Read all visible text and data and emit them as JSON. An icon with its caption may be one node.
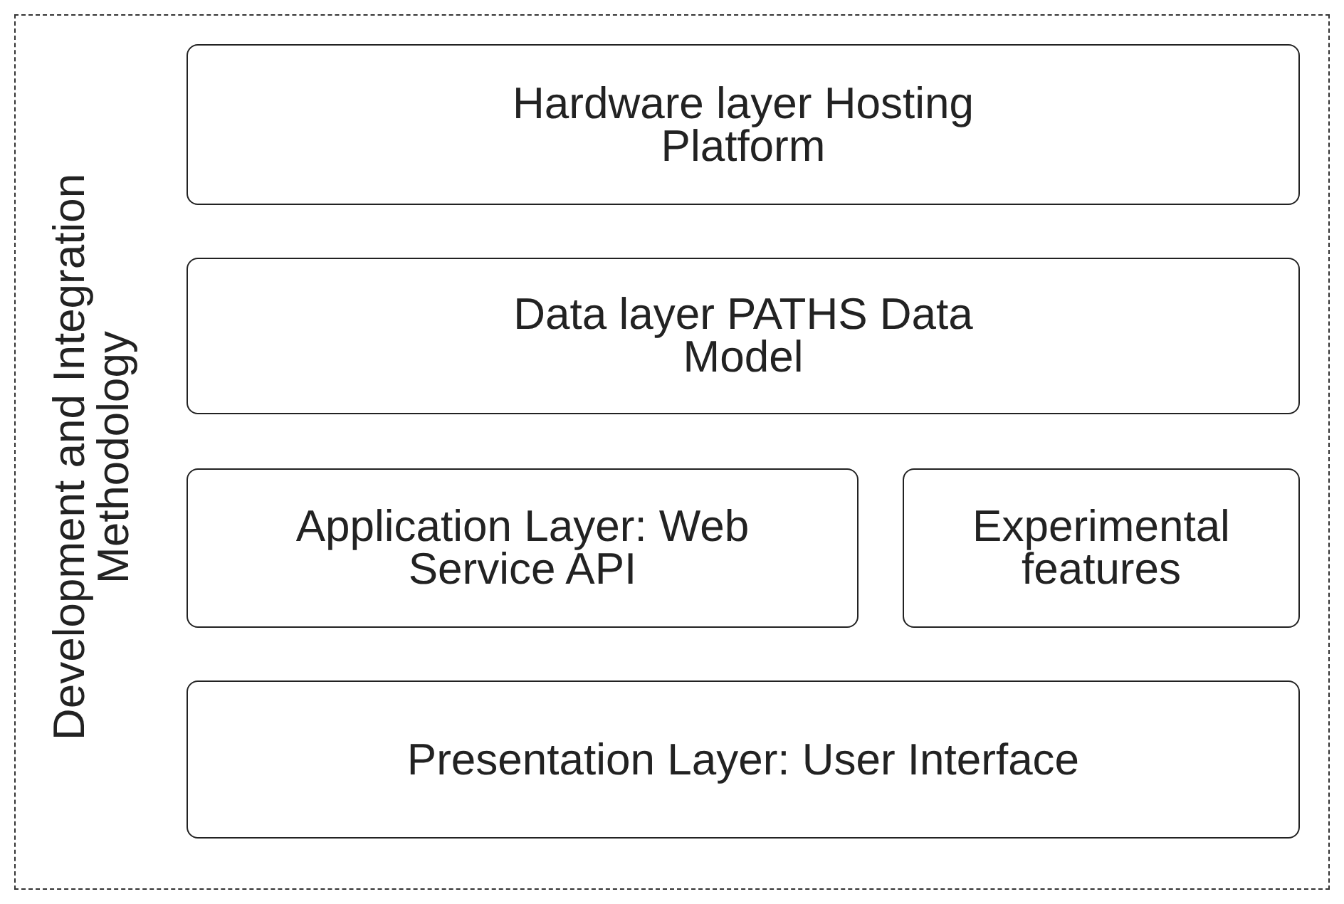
{
  "diagram": {
    "nodes": [
      {
        "text": [
          "Development and Integration Methodology"
        ]
      },
      {
        "text": [
          "Hardware layer Hosting Platform"
        ],
        "in": 0
      },
      {
        "text": [
          "Data layer PATHS Data Model"
        ],
        "in": 0
      },
      {
        "text": [
          "Application Layer: Web Service API"
        ],
        "in": 0
      },
      {
        "text": [
          "Experimental features"
        ],
        "in": 0
      },
      {
        "text": [
          "Presentation Layer: User Interface"
        ],
        "in": 0
      }
    ]
  }
}
